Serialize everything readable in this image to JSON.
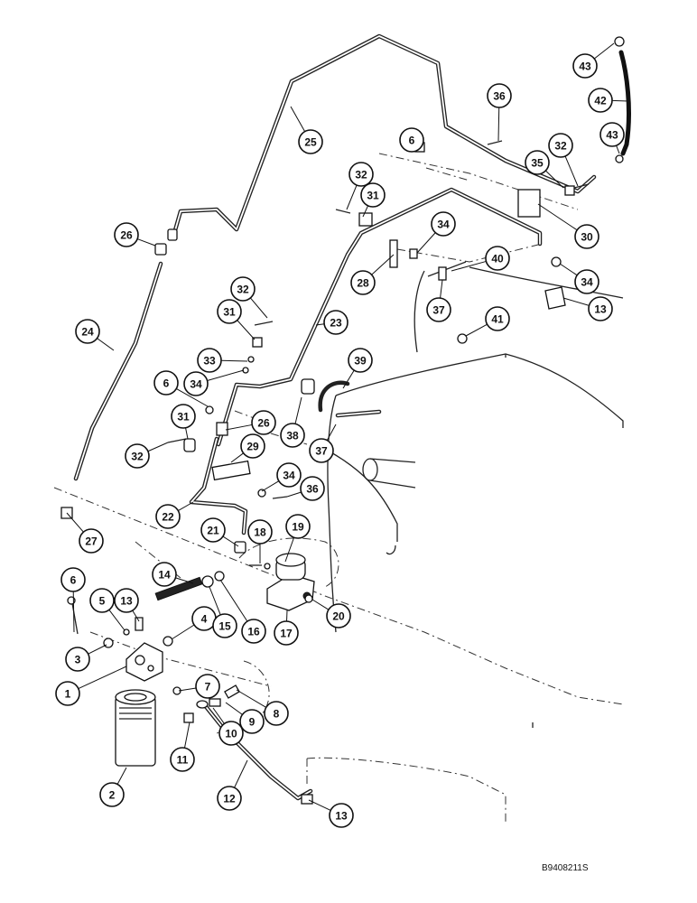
{
  "figure_code": "B9408211S",
  "callout_labels": [
    "1",
    "2",
    "3",
    "4",
    "5",
    "6",
    "7",
    "8",
    "9",
    "10",
    "11",
    "12",
    "13",
    "14",
    "15",
    "16",
    "17",
    "18",
    "19",
    "20",
    "21",
    "22",
    "23",
    "24",
    "25",
    "26",
    "27",
    "28",
    "29",
    "30",
    "31",
    "32",
    "33",
    "34",
    "35",
    "36",
    "37",
    "38",
    "39",
    "40",
    "41",
    "42",
    "43"
  ]
}
